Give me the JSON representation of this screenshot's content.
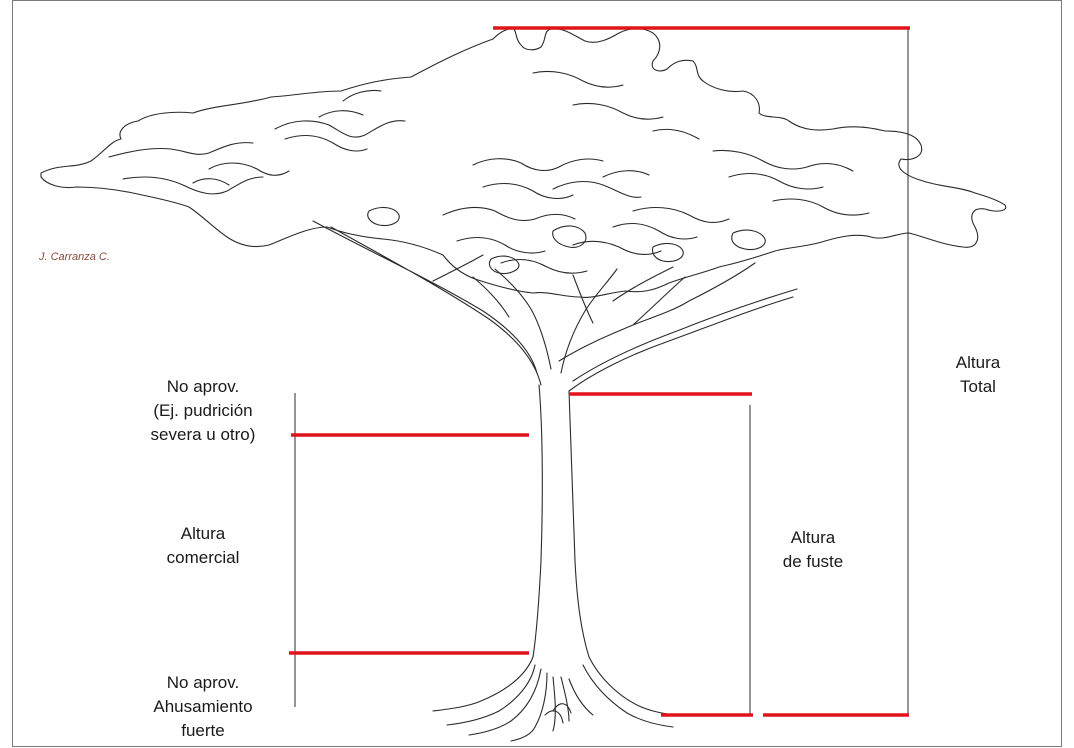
{
  "signature": "J. Carranza C.",
  "labels": {
    "no_aprov_top": "No aprov.\n(Ej. pudrición\nsevera u otro)",
    "altura_comercial": "Altura\ncomercial",
    "no_aprov_bottom": "No aprov.\nAhusamiento\nfuerte",
    "altura_fuste": "Altura\nde fuste",
    "altura_total": "Altura\nTotal"
  },
  "colors": {
    "marker": "#e0141a",
    "line": "#2b2b2b",
    "background": "#ffffff"
  }
}
